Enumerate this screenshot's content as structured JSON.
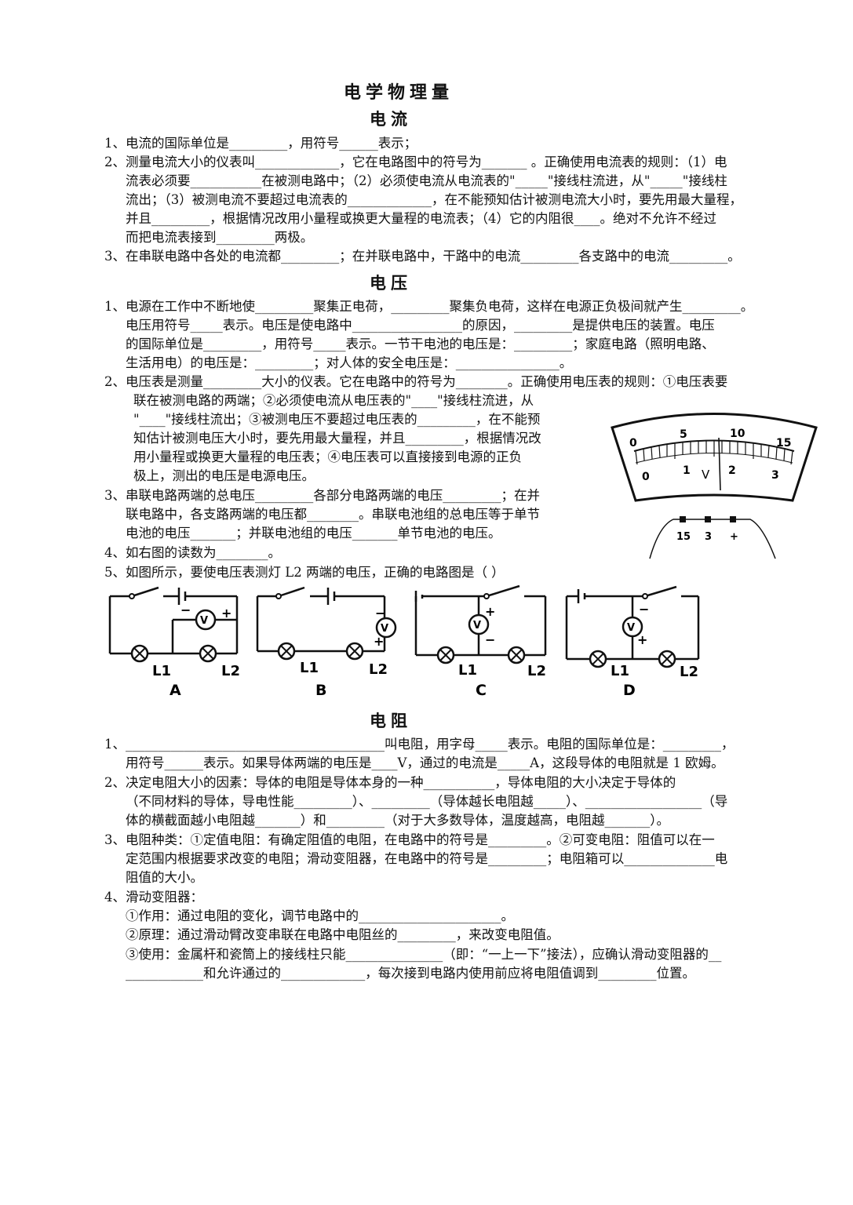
{
  "title": "电学物理量",
  "sections": {
    "current": "电流",
    "voltage": "电压",
    "resistance": "电阻"
  },
  "current_lines": [
    "1、电流的国际单位是_________，用符号______表示；",
    "2、测量电流大小的仪表叫_____________，它在电路图中的符号为_______ 。正确使用电流表的规则：（1）电",
    "流表必须要___________在被测电路中；（2）必须使电流从电流表的\"_____\"接线柱流进，从\"_____\"接线柱",
    "流出；（3）被测电流不要超过电流表的_____________，在不能预知估计被测电流大小时，要先用最大量程，",
    "并且_________，根据情况改用小量程或换更大量程的电流表；（4）它的内阻很____。绝对不允许不经过",
    "而把电流表接到_________两极。",
    "3、在串联电路中各处的电流都_________；在并联电路中，干路中的电流_________各支路中的电流_________。"
  ],
  "voltage_lines": [
    "1、电源在工作中不断地使_________聚集正电荷，_________聚集负电荷，这样在电源正负极间就产生_________。",
    "电压用符号_____表示。电压是使电路中_________________的原因，_________是提供电压的装置。电压",
    "的国际单位是_________，用符号_____表示。一节干电池的电压是：_________；家庭电路（照明电路、",
    "生活用电）的电压是：_________；对人体的安全电压是：________________。",
    "2、电压表是测量_________大小的仪表。它在电路中的符号为________。正确使用电压表的规则：①电压表要",
    "联在被测电路的两端；②必须使电流从电压表的\"____\"接线柱流进，从",
    "\"____\"接线柱流出；③被测电压不要超过电压表的_________，在不能预",
    "知估计被测电压大小时，要先用最大量程，并且_________，根据情况改",
    "用小量程或换更大量程的电压表；④电压表可以直接接到电源的正负",
    "极上，测出的电压是电源电压。",
    "3、串联电路两端的总电压_________各部分电路两端的电压_________；在并",
    "联电路中，各支路两端的电压都________。串联电池组的总电压等于单节",
    "电池的电压_______；并联电池组的电压_______单节电池的电压。",
    "4、如右图的读数为________。",
    "5、如图所示，要使电压表测灯 L2 两端的电压，正确的电路图是（    ）"
  ],
  "meter": {
    "top_scale": [
      "0",
      "5",
      "10",
      "15"
    ],
    "bottom_scale": [
      "0",
      "1",
      "2",
      "3"
    ],
    "unit": "V",
    "terminals": [
      "15",
      "3",
      "+"
    ]
  },
  "circuits": [
    {
      "letter": "A",
      "l1": "L1",
      "l2": "L2"
    },
    {
      "letter": "B",
      "l1": "L1",
      "l2": "L2"
    },
    {
      "letter": "C",
      "l1": "L1",
      "l2": "L2"
    },
    {
      "letter": "D",
      "l1": "L1",
      "l2": "L2"
    }
  ],
  "resistance_lines": [
    "1、________________________________________叫电阻，用字母_____表示。电阻的国际单位是：_________，",
    "用符号______表示。如果导体两端的电压是____V，通过的电流是_____A，这段导体的电阻就是 1 欧姆。",
    "2、决定电阻大小的因素：导体的电阻是导体本身的一种___________，导体电阻的大小决定于导体的",
    "（不同材料的导体，导电性能_________）、_________（导体越长电阻越_____）、__________________（导",
    "体的横截面越小电阻越_______）和_________（对于大多数导体，温度越高，电阻越_______）。",
    "3、电阻种类：①定值电阻：有确定阻值的电阻，在电路中的符号是_________。②可变电阻：阻值可以在一",
    "定范围内根据要求改变的电阻；滑动变阻器，在电路中的符号是_________；电阻箱可以______________电",
    "阻值的大小。",
    "4、滑动变阻器：",
    "①作用：通过电阻的变化，调节电路中的______________________。",
    "②原理：通过滑动臂改变串联在电路中电阻丝的_________，来改变电阻值。",
    "③使用：金属杆和瓷筒上的接线柱只能_______________（即：“一上一下”接法），应确认滑动变阻器的__",
    "____________和允许通过的_____________，每次接到电路内使用前应将电阻值调到_________位置。"
  ]
}
